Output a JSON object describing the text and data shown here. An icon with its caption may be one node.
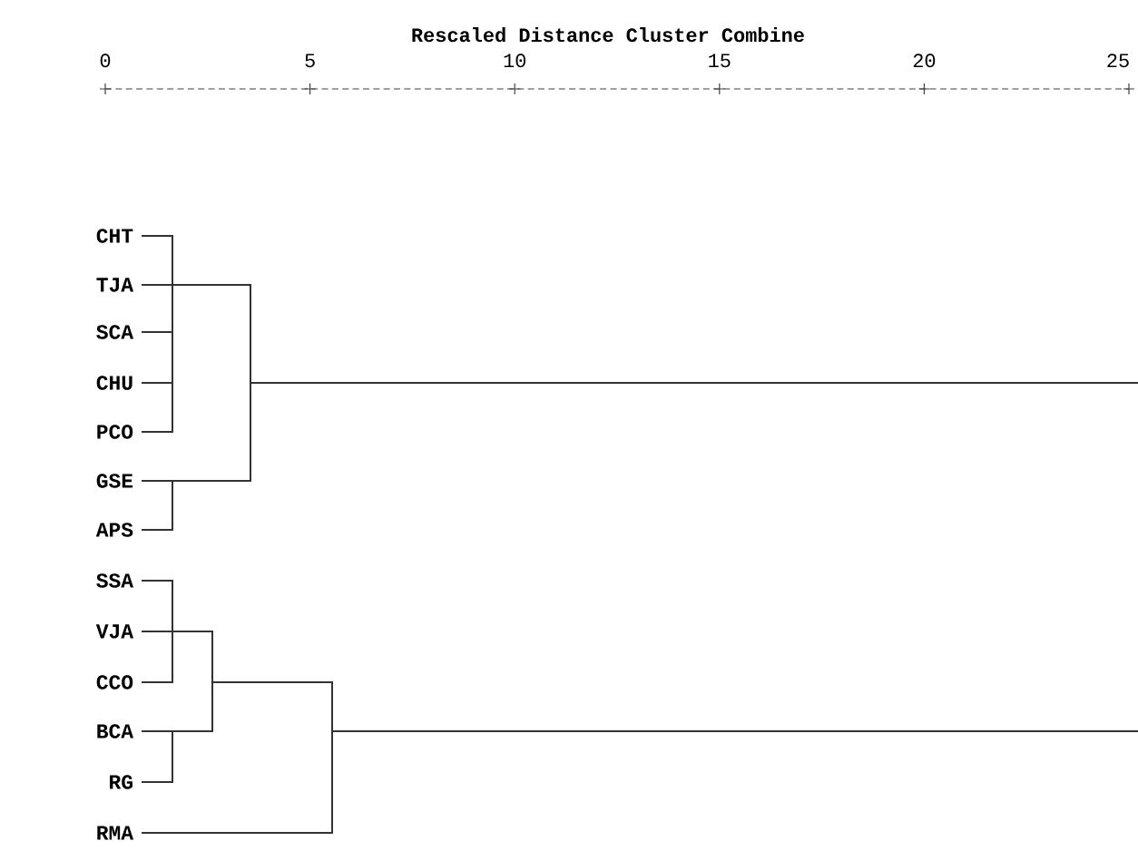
{
  "diagram": {
    "title": "Rescaled Distance Cluster Combine",
    "nodes": [
      {
        "text": [
          "CHT"
        ]
      },
      {
        "text": [
          "TJA"
        ]
      },
      {
        "text": [
          "SCA"
        ]
      },
      {
        "text": [
          "CHU"
        ]
      },
      {
        "text": [
          "PCO"
        ]
      },
      {
        "text": [
          "GSE"
        ]
      },
      {
        "text": [
          "APS"
        ]
      },
      {
        "text": [
          "SSA"
        ]
      },
      {
        "text": [
          "VJA"
        ]
      },
      {
        "text": [
          "CCO"
        ]
      },
      {
        "text": [
          "BCA"
        ]
      },
      {
        "text": [
          "RG"
        ]
      },
      {
        "text": [
          "RMA"
        ]
      },
      {
        "text": [],
        "shape": "bar"
      },
      {
        "text": [],
        "shape": "bar"
      },
      {
        "text": [],
        "shape": "bar"
      },
      {
        "text": [],
        "shape": "bar"
      },
      {
        "text": [],
        "shape": "bar"
      },
      {
        "text": [],
        "shape": "bar"
      },
      {
        "text": [],
        "shape": "bar"
      }
    ],
    "edges": [
      {
        "from": 0,
        "to": 13,
        "arrow": "none"
      },
      {
        "from": 1,
        "to": 13,
        "arrow": "none"
      },
      {
        "from": 2,
        "to": 13,
        "arrow": "none"
      },
      {
        "from": 3,
        "to": 13,
        "arrow": "none"
      },
      {
        "from": 4,
        "to": 13,
        "arrow": "none"
      },
      {
        "from": 5,
        "to": 14,
        "arrow": "none"
      },
      {
        "from": 6,
        "to": 14,
        "arrow": "none"
      },
      {
        "from": 13,
        "to": 15,
        "arrow": "none"
      },
      {
        "from": 14,
        "to": 15,
        "arrow": "none"
      },
      {
        "from": 15,
        "to": null,
        "arrow": "none"
      },
      {
        "from": 7,
        "to": 16,
        "arrow": "none"
      },
      {
        "from": 8,
        "to": 16,
        "arrow": "none"
      },
      {
        "from": 9,
        "to": 16,
        "arrow": "none"
      },
      {
        "from": 10,
        "to": 17,
        "arrow": "none"
      },
      {
        "from": 11,
        "to": 17,
        "arrow": "none"
      },
      {
        "from": 16,
        "to": 18,
        "arrow": "none"
      },
      {
        "from": 17,
        "to": 18,
        "arrow": "none"
      },
      {
        "from": 18,
        "to": 19,
        "arrow": "none"
      },
      {
        "from": 12,
        "to": 19,
        "arrow": "none"
      },
      {
        "from": 19,
        "to": null,
        "arrow": "none"
      }
    ],
    "labels": [
      "0",
      "5",
      "10",
      "15",
      "20",
      "25"
    ]
  }
}
